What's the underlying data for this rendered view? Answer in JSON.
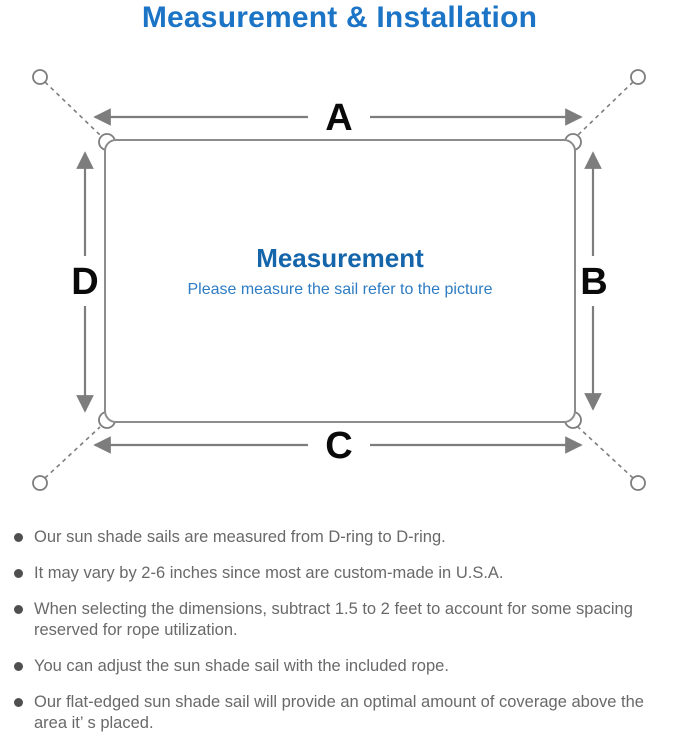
{
  "title": "Measurement & Installation",
  "diagram": {
    "labels": {
      "top": "A",
      "right": "B",
      "bottom": "C",
      "left": "D"
    },
    "center_title": "Measurement",
    "center_subtitle": "Please measure the sail refer to the picture"
  },
  "notes": [
    "Our sun shade sails are measured from D-ring to D-ring.",
    "It may vary by 2-6 inches since most are custom-made in U.S.A.",
    "When selecting the dimensions, subtract 1.5 to 2 feet to account for some spacing reserved for rope utilization.",
    "You can adjust the sun shade sail with the included rope.",
    "Our flat-edged sun shade sail will provide an optimal amount of coverage above the area it’ s placed."
  ],
  "colors": {
    "title_blue": "#1b74c5",
    "center_blue": "#1565ab",
    "subtitle_blue": "#2e7cc3",
    "line_gray": "#7d7d7d",
    "rect_gray": "#8c8c8c",
    "text_gray": "#696969",
    "dot_gray": "#4f4f4f",
    "label_black": "#0a0a0a"
  }
}
